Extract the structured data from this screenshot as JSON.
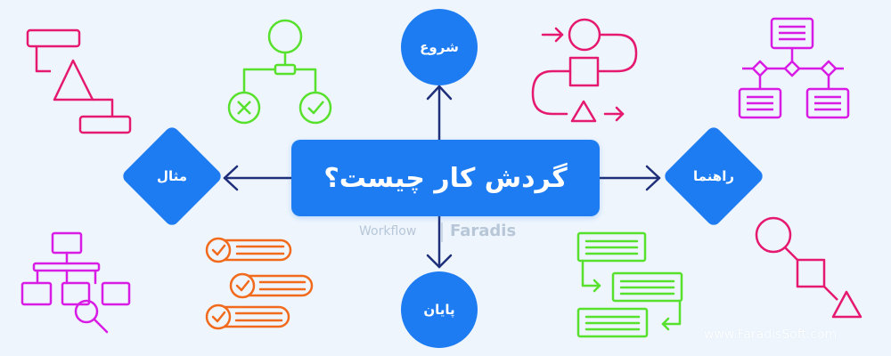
{
  "center": {
    "title": "گردش کار چیست؟"
  },
  "nodes": {
    "top": "شروع",
    "bottom": "پایان",
    "left": "مثال",
    "right": "راهنما"
  },
  "watermark": {
    "left": "Workflow",
    "right": "Faradis"
  },
  "website": "www.FaradisSoft.com",
  "colors": {
    "primary": "#1e7cf2",
    "arrow": "#1f2f7a",
    "magenta": "#e5196f",
    "green": "#57e12c",
    "orange": "#f26a1b",
    "purple": "#d91be6",
    "background": "#eef5fd"
  }
}
